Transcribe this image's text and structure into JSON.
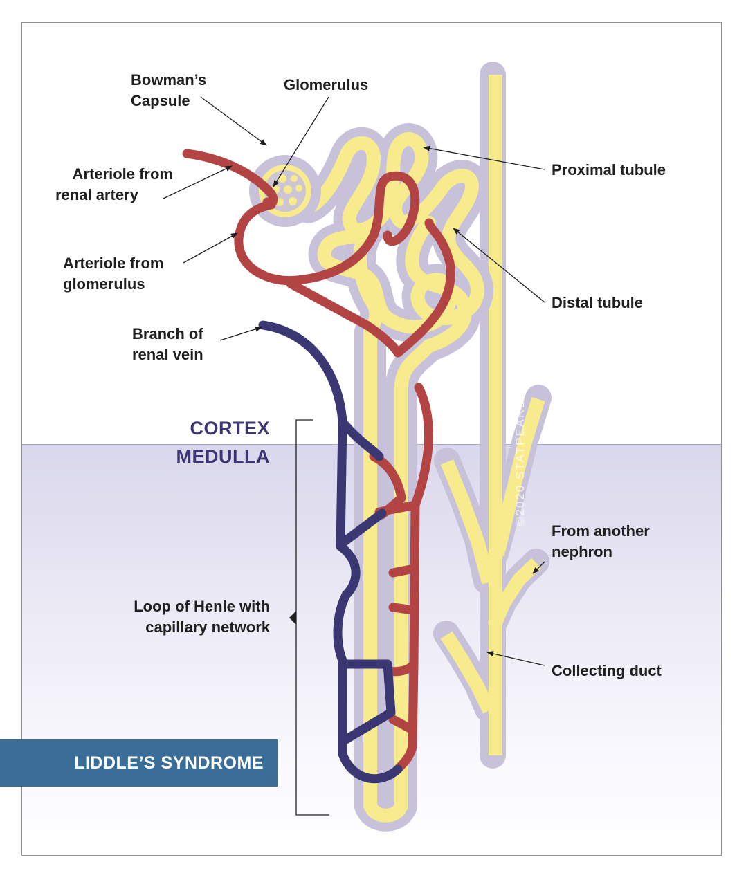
{
  "labels": {
    "bowmans_capsule": [
      "Bowman’s",
      "Capsule"
    ],
    "glomerulus": "Glomerulus",
    "arteriole_from_renal_artery": [
      "Arteriole from",
      "renal artery"
    ],
    "arteriole_from_glomerulus": [
      "Arteriole from",
      "glomerulus"
    ],
    "branch_of_renal_vein": [
      "Branch of",
      "renal vein"
    ],
    "proximal_tubule": "Proximal tubule",
    "distal_tubule": "Distal tubule",
    "from_another_nephron": [
      "From another",
      "nephron"
    ],
    "loop_of_henle": [
      "Loop of Henle with",
      "capillary network"
    ],
    "collecting_duct": "Collecting duct"
  },
  "zones": {
    "cortex": "CORTEX",
    "medulla": "MEDULLA"
  },
  "banner": "LIDDLE’S SYNDROME",
  "watermark": "©2020 STATPEARLS PUBLISHING",
  "colors": {
    "tubule": "#f7eb8e",
    "tubule_outline": "#c6bfd8",
    "artery": "#b34444",
    "vein": "#3b3772",
    "medulla": "#dedcef",
    "banner": "#3a6e99",
    "zone_text": "#3b3671"
  }
}
